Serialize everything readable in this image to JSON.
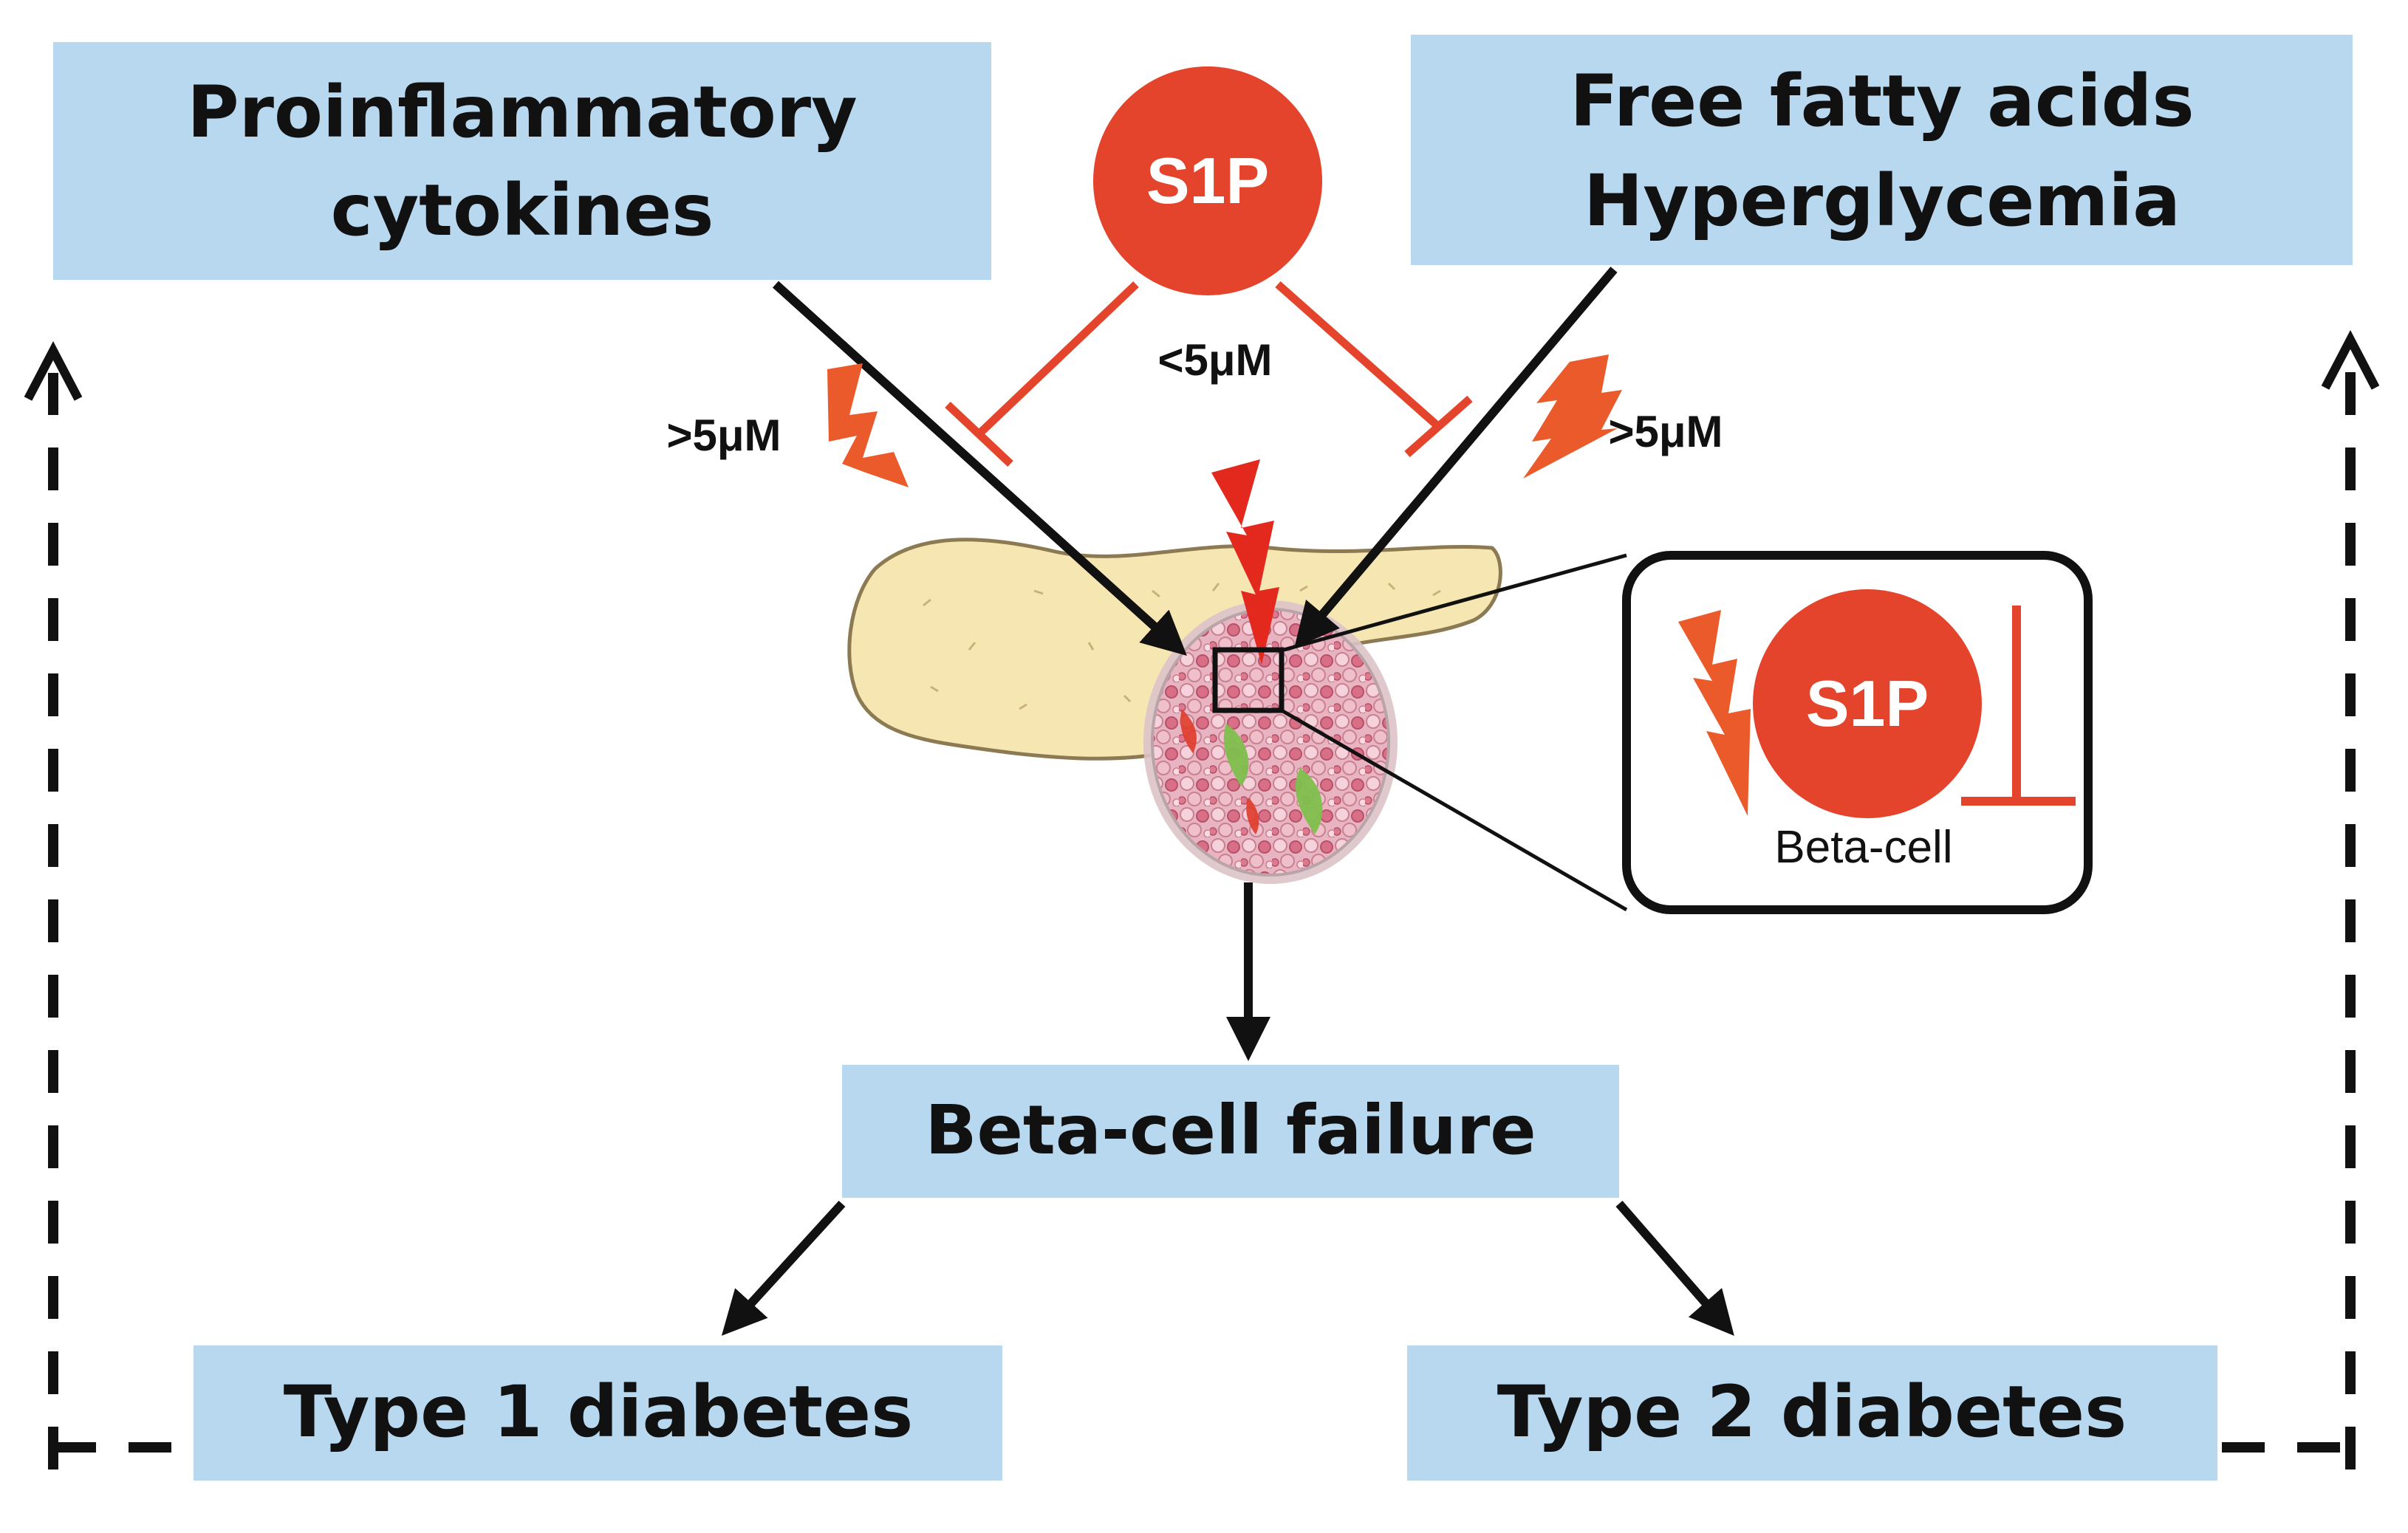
{
  "colors": {
    "box_fill": "#b8d8f0",
    "s1p_red": "#e3442b",
    "bolt_red": "#ea5a2b",
    "pancreas": "#f6e6b2",
    "islet": "#e7b1bf",
    "arrow_black": "#111111"
  },
  "boxes": {
    "cytokines": {
      "line1": "Proinflammatory",
      "line2": "cytokines"
    },
    "ffa": {
      "line1": "Free fatty acids",
      "line2": "Hyperglycemia"
    },
    "failure": "Beta-cell failure",
    "t1d": "Type 1 diabetes",
    "t2d": "Type 2 diabetes"
  },
  "s1p": {
    "main_label": "S1P",
    "inset_label": "S1P",
    "inset_caption": "Beta-cell"
  },
  "concentrations": {
    "low": "<5μM",
    "high_left": ">5μM",
    "high_right": ">5μM"
  },
  "icons": {
    "bolt": "lightning-bolt-icon",
    "inhibit": "inhibition-tbar-icon",
    "pancreas": "pancreas-illustration",
    "islet": "pancreatic-islet-illustration"
  }
}
